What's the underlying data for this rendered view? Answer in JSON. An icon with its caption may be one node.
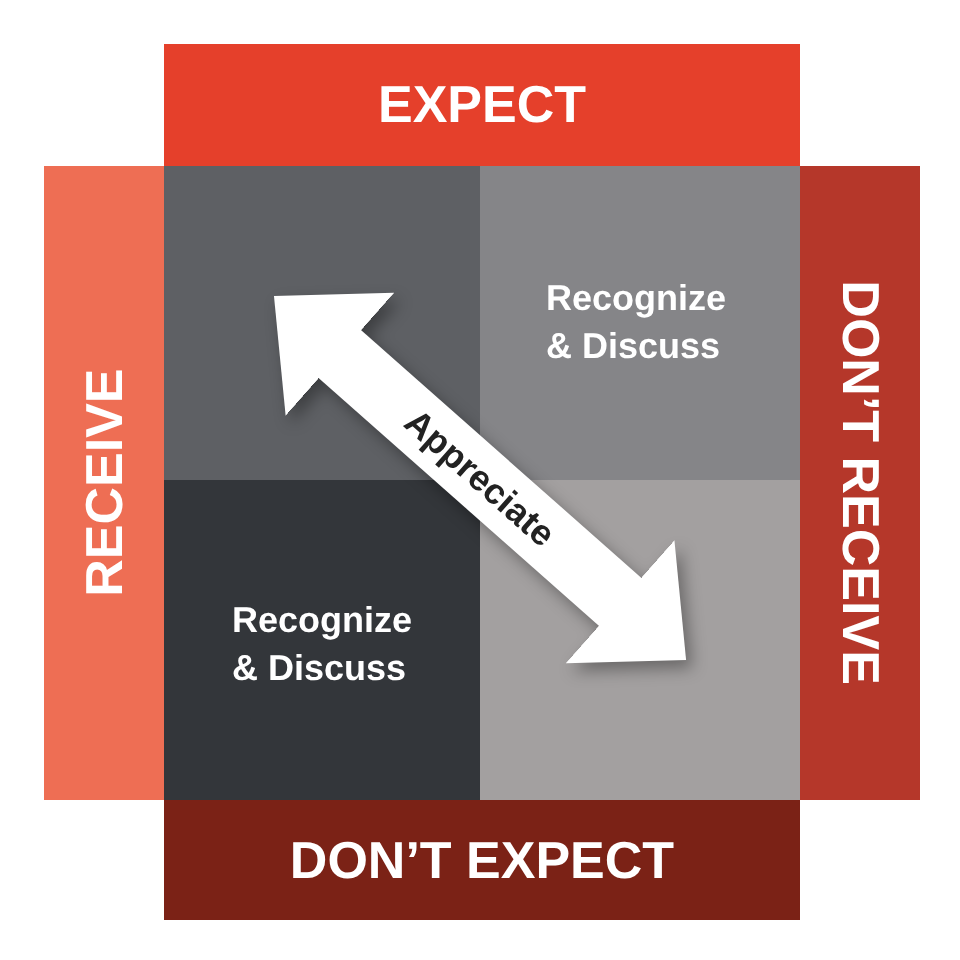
{
  "diagram": {
    "nodes": [
      {
        "text": [
          "EXPECT"
        ]
      },
      {
        "text": [
          "RECEIVE"
        ]
      },
      {
        "text": [
          "DON’T RECEIVE"
        ]
      },
      {
        "text": [],
        "shape": "box"
      },
      {
        "text": [
          "Recognize & Discuss"
        ]
      },
      {
        "text": [
          "Recognize & Discuss"
        ]
      },
      {
        "text": [],
        "shape": "box"
      },
      {
        "text": [
          "DON’T EXPECT"
        ]
      }
    ],
    "edges": [
      {
        "from": 3,
        "to": 6,
        "arrow": "both",
        "label": "Appreciate"
      }
    ]
  }
}
